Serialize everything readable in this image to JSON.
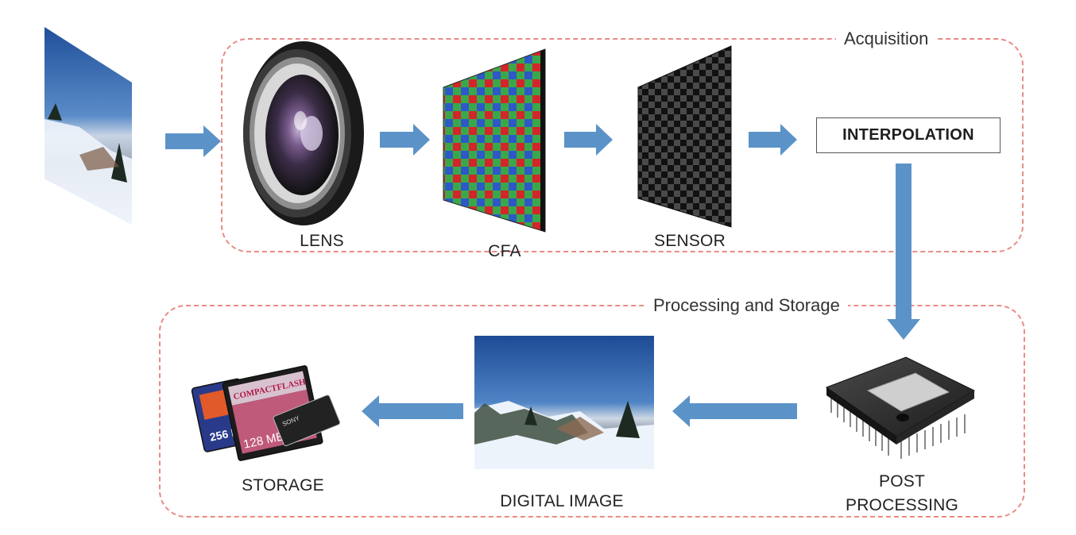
{
  "groups": {
    "acquisition": "Acquisition",
    "processing": "Processing and Storage"
  },
  "stages": {
    "lens": "LENS",
    "cfa": "CFA",
    "sensor": "SENSOR",
    "interpolation": "INTERPOLATION",
    "post_processing_line1": "POST",
    "post_processing_line2": "PROCESSING",
    "digital_image": "DIGITAL IMAGE",
    "storage": "STORAGE"
  },
  "cards": {
    "compactflash": "COMPACTFLASH",
    "cf_size": "128 MB",
    "sd_size": "256 MB",
    "sony": "SONY"
  },
  "colors": {
    "arrow": "#5b93c8",
    "dashed_border": "#e98b85",
    "cfa_red": "#d2262b",
    "cfa_green": "#3aa84a",
    "cfa_blue": "#2f58c6",
    "chip_body": "#2b2b2b"
  },
  "icons": [
    "scene-photo-icon",
    "camera-lens-icon",
    "cfa-grid-icon",
    "sensor-grid-icon",
    "processor-chip-icon",
    "digital-photo-icon",
    "memory-cards-icon"
  ]
}
